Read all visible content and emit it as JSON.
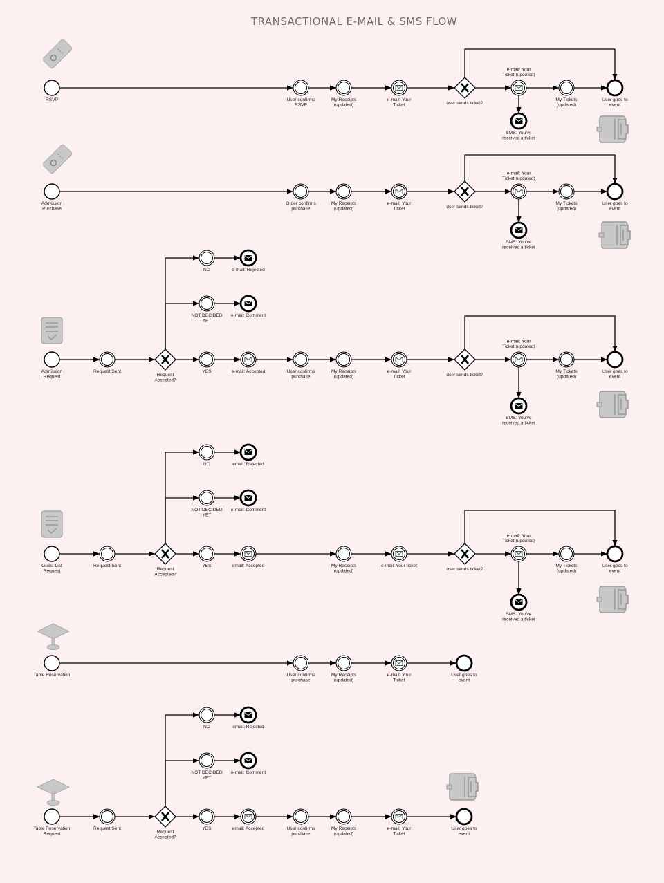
{
  "title": "TRANSACTIONAL E-MAIL & SMS FLOW",
  "colors": {
    "background": "#fdf0f0",
    "icon": "#c8c8c8",
    "stroke": "#000000"
  },
  "rows": [
    {
      "name": "rsvp",
      "icon": "ticket-icon",
      "footer_icon": "wallet-icon",
      "nodes": [
        {
          "id": "s",
          "type": "start",
          "label": [
            "RSVP"
          ]
        },
        {
          "id": "c",
          "type": "inter",
          "label": [
            "User confirms",
            "RSVP"
          ]
        },
        {
          "id": "r",
          "type": "inter",
          "label": [
            "My Receipts",
            "(updated)"
          ]
        },
        {
          "id": "m",
          "type": "mail",
          "label": [
            "e-mail: Your",
            "Ticket"
          ]
        },
        {
          "id": "g",
          "type": "gateway",
          "label": [
            "user sends ticket?"
          ]
        },
        {
          "id": "u",
          "type": "mail",
          "label": [
            "e-mail: Your",
            "Ticket (updated)"
          ],
          "above": true
        },
        {
          "id": "sms",
          "type": "send",
          "label": [
            "SMS: You've",
            "received a ticket"
          ]
        },
        {
          "id": "t",
          "type": "inter",
          "label": [
            "My Tickets",
            "(updated)"
          ]
        },
        {
          "id": "e",
          "type": "end",
          "label": [
            "User goes to",
            "event"
          ]
        }
      ],
      "edges": [
        [
          "s",
          "c"
        ],
        [
          "c",
          "r"
        ],
        [
          "r",
          "m"
        ],
        [
          "m",
          "g"
        ],
        [
          "g",
          "u"
        ],
        [
          "u",
          "t"
        ],
        [
          "t",
          "e"
        ],
        [
          "u",
          "sms"
        ],
        [
          "g",
          "e",
          "loop"
        ]
      ]
    },
    {
      "name": "admission-purchase",
      "icon": "ticket-icon",
      "footer_icon": "wallet-icon",
      "nodes": [
        {
          "id": "s",
          "type": "start",
          "label": [
            "Admission",
            "Purchase"
          ]
        },
        {
          "id": "c",
          "type": "inter",
          "label": [
            "Order confirms",
            "purchase"
          ]
        },
        {
          "id": "r",
          "type": "inter",
          "label": [
            "My Receipts",
            "(updated)"
          ]
        },
        {
          "id": "m",
          "type": "mail",
          "label": [
            "e-mail: Your",
            "Ticket"
          ]
        },
        {
          "id": "g",
          "type": "gateway",
          "label": [
            "user sends ticket?"
          ]
        },
        {
          "id": "u",
          "type": "mail",
          "label": [
            "e-mail: Your",
            "Ticket (updated)"
          ],
          "above": true
        },
        {
          "id": "sms",
          "type": "send",
          "label": [
            "SMS: You've",
            "received a ticket"
          ]
        },
        {
          "id": "t",
          "type": "inter",
          "label": [
            "My Tickets",
            "(updated)"
          ]
        },
        {
          "id": "e",
          "type": "end",
          "label": [
            "User goes to",
            "event"
          ]
        }
      ],
      "edges": [
        [
          "s",
          "c"
        ],
        [
          "c",
          "r"
        ],
        [
          "r",
          "m"
        ],
        [
          "m",
          "g"
        ],
        [
          "g",
          "u"
        ],
        [
          "u",
          "t"
        ],
        [
          "t",
          "e"
        ],
        [
          "u",
          "sms"
        ],
        [
          "g",
          "e",
          "loop"
        ]
      ]
    },
    {
      "name": "admission-request",
      "icon": "document-check-icon",
      "footer_icon": "wallet-icon",
      "nodes": [
        {
          "id": "s",
          "type": "start",
          "label": [
            "Admission",
            "Request"
          ]
        },
        {
          "id": "rs",
          "type": "inter",
          "label": [
            "Request Sent"
          ]
        },
        {
          "id": "ga",
          "type": "gateway",
          "label": [
            "Request",
            "Accepted?"
          ]
        },
        {
          "id": "no",
          "type": "inter",
          "label": [
            "NO"
          ]
        },
        {
          "id": "rej",
          "type": "send",
          "label": [
            "e-mail: Rejected"
          ]
        },
        {
          "id": "nd",
          "type": "inter",
          "label": [
            "NOT DECIDED",
            "YET"
          ]
        },
        {
          "id": "com",
          "type": "send",
          "label": [
            "e-mail: Comment"
          ]
        },
        {
          "id": "yes",
          "type": "inter",
          "label": [
            "YES"
          ]
        },
        {
          "id": "acc",
          "type": "mail",
          "label": [
            "e-mail: Accepted"
          ]
        },
        {
          "id": "c",
          "type": "inter",
          "label": [
            "User confirms",
            "purchase"
          ]
        },
        {
          "id": "r",
          "type": "inter",
          "label": [
            "My Receipts",
            "(updated)"
          ]
        },
        {
          "id": "m",
          "type": "mail",
          "label": [
            "e-mail: Your",
            "Ticket"
          ]
        },
        {
          "id": "g",
          "type": "gateway",
          "label": [
            "user sends ticket?"
          ]
        },
        {
          "id": "u",
          "type": "mail",
          "label": [
            "e-mail: Your",
            "Ticket (updated)"
          ],
          "above": true
        },
        {
          "id": "sms",
          "type": "send",
          "label": [
            "SMS: You've",
            "received a ticket"
          ]
        },
        {
          "id": "t",
          "type": "inter",
          "label": [
            "My Tickets",
            "(updated)"
          ]
        },
        {
          "id": "e",
          "type": "end",
          "label": [
            "User goes to",
            "event"
          ]
        }
      ],
      "edges": [
        [
          "s",
          "rs"
        ],
        [
          "rs",
          "ga"
        ],
        [
          "ga",
          "no",
          "branch"
        ],
        [
          "no",
          "rej"
        ],
        [
          "ga",
          "nd",
          "branch"
        ],
        [
          "nd",
          "com"
        ],
        [
          "ga",
          "yes"
        ],
        [
          "yes",
          "acc"
        ],
        [
          "acc",
          "c"
        ],
        [
          "c",
          "r"
        ],
        [
          "r",
          "m"
        ],
        [
          "m",
          "g"
        ],
        [
          "g",
          "u"
        ],
        [
          "u",
          "t"
        ],
        [
          "t",
          "e"
        ],
        [
          "u",
          "sms"
        ],
        [
          "g",
          "e",
          "loop"
        ]
      ]
    },
    {
      "name": "guest-list-request",
      "icon": "document-check-icon",
      "footer_icon": "wallet-icon",
      "nodes": [
        {
          "id": "s",
          "type": "start",
          "label": [
            "Guest List",
            "Request"
          ]
        },
        {
          "id": "rs",
          "type": "inter",
          "label": [
            "Request Sent"
          ]
        },
        {
          "id": "ga",
          "type": "gateway",
          "label": [
            "Request",
            "Accepted?"
          ]
        },
        {
          "id": "no",
          "type": "inter",
          "label": [
            "NO"
          ]
        },
        {
          "id": "rej",
          "type": "send",
          "label": [
            "email: Rejected"
          ]
        },
        {
          "id": "nd",
          "type": "inter",
          "label": [
            "NOT DECIDED",
            "YET"
          ]
        },
        {
          "id": "com",
          "type": "send",
          "label": [
            "e-mail: Comment"
          ]
        },
        {
          "id": "yes",
          "type": "inter",
          "label": [
            "YES"
          ]
        },
        {
          "id": "acc",
          "type": "mail",
          "label": [
            "email: Accepted"
          ]
        },
        {
          "id": "r",
          "type": "inter",
          "label": [
            "My Receipts",
            "(updated)"
          ]
        },
        {
          "id": "m",
          "type": "mail",
          "label": [
            "e-mail: Your ticket"
          ]
        },
        {
          "id": "g",
          "type": "gateway",
          "label": [
            "user sends ticket?"
          ]
        },
        {
          "id": "u",
          "type": "mail",
          "label": [
            "e-mail: Your",
            "Ticket (updated)"
          ],
          "above": true
        },
        {
          "id": "sms",
          "type": "send",
          "label": [
            "SMS: You've",
            "received a ticket"
          ]
        },
        {
          "id": "t",
          "type": "inter",
          "label": [
            "My Tickets",
            "(updated)"
          ]
        },
        {
          "id": "e",
          "type": "end",
          "label": [
            "User goes to",
            "event"
          ]
        }
      ],
      "edges": [
        [
          "s",
          "rs"
        ],
        [
          "rs",
          "ga"
        ],
        [
          "ga",
          "no",
          "branch"
        ],
        [
          "no",
          "rej"
        ],
        [
          "ga",
          "nd",
          "branch"
        ],
        [
          "nd",
          "com"
        ],
        [
          "ga",
          "yes"
        ],
        [
          "yes",
          "acc"
        ],
        [
          "acc",
          "r"
        ],
        [
          "r",
          "m"
        ],
        [
          "m",
          "g"
        ],
        [
          "g",
          "u"
        ],
        [
          "u",
          "t"
        ],
        [
          "t",
          "e"
        ],
        [
          "u",
          "sms"
        ],
        [
          "g",
          "e",
          "loop"
        ]
      ]
    },
    {
      "name": "table-reservation",
      "icon": "table-icon",
      "nodes": [
        {
          "id": "s",
          "type": "start",
          "label": [
            "Table Reservation"
          ]
        },
        {
          "id": "c",
          "type": "inter",
          "label": [
            "User confirms",
            "purchase"
          ]
        },
        {
          "id": "r",
          "type": "inter",
          "label": [
            "My Receipts",
            "(updated)"
          ]
        },
        {
          "id": "m",
          "type": "mail",
          "label": [
            "e-mail: Your",
            "Ticket"
          ]
        },
        {
          "id": "e",
          "type": "end",
          "label": [
            "User goes to",
            "event"
          ]
        }
      ],
      "edges": [
        [
          "s",
          "c"
        ],
        [
          "c",
          "r"
        ],
        [
          "r",
          "m"
        ],
        [
          "m",
          "e"
        ]
      ]
    },
    {
      "name": "table-reservation-request",
      "icon": "table-icon",
      "footer_icon": "wallet-icon",
      "nodes": [
        {
          "id": "s",
          "type": "start",
          "label": [
            "Table Reservation",
            "Request"
          ]
        },
        {
          "id": "rs",
          "type": "inter",
          "label": [
            "Request Sent"
          ]
        },
        {
          "id": "ga",
          "type": "gateway",
          "label": [
            "Request",
            "Accepted?"
          ]
        },
        {
          "id": "no",
          "type": "inter",
          "label": [
            "NO"
          ]
        },
        {
          "id": "rej",
          "type": "send",
          "label": [
            "email: Rejected"
          ]
        },
        {
          "id": "nd",
          "type": "inter",
          "label": [
            "NOT DECIDED",
            "YET"
          ]
        },
        {
          "id": "com",
          "type": "send",
          "label": [
            "e-mail: Comment"
          ]
        },
        {
          "id": "yes",
          "type": "inter",
          "label": [
            "YES"
          ]
        },
        {
          "id": "acc",
          "type": "mail",
          "label": [
            "email: Accepted"
          ]
        },
        {
          "id": "c",
          "type": "inter",
          "label": [
            "User confirms",
            "purchase"
          ]
        },
        {
          "id": "r",
          "type": "inter",
          "label": [
            "My Receipts",
            "(updated)"
          ]
        },
        {
          "id": "m",
          "type": "mail",
          "label": [
            "e-mail: Your",
            "Ticket"
          ]
        },
        {
          "id": "e",
          "type": "end",
          "label": [
            "User goes to",
            "event"
          ]
        }
      ],
      "edges": [
        [
          "s",
          "rs"
        ],
        [
          "rs",
          "ga"
        ],
        [
          "ga",
          "no",
          "branch"
        ],
        [
          "no",
          "rej"
        ],
        [
          "ga",
          "nd",
          "branch"
        ],
        [
          "nd",
          "com"
        ],
        [
          "ga",
          "yes"
        ],
        [
          "yes",
          "acc"
        ],
        [
          "acc",
          "c"
        ],
        [
          "c",
          "r"
        ],
        [
          "r",
          "m"
        ],
        [
          "m",
          "e"
        ]
      ]
    }
  ]
}
